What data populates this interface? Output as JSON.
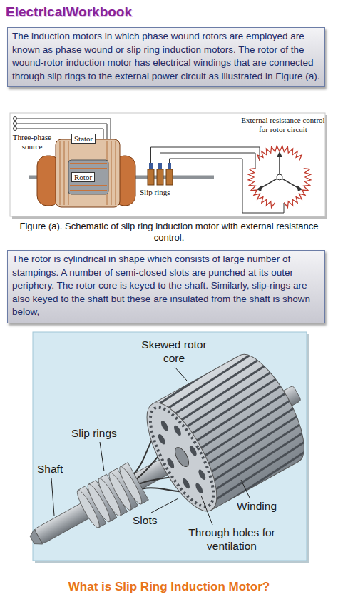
{
  "diagram": {
    "title": "What is Slip Ring Induction Motor?",
    "caption": "Figure (a). Schematic of slip ring induction motor with external resistance control.",
    "nodes": [
      {
        "text": [
          "The induction motors in which phase wound rotors are employed are known as phase wound or slip ring induction motors. The rotor of the wound-rotor induction motor has electrical windings that are connected through slip rings to the external power circuit as illustrated in Figure (a)."
        ]
      },
      {
        "text": [
          "The rotor is cylindrical in shape which consists of large number of stampings. A number of semi-closed slots are punched at its outer periphery. The rotor core is keyed to the shaft. Similarly, slip-rings are also keyed to the shaft but these are insulated from the shaft is shown below,"
        ]
      }
    ],
    "labels": [
      "ElectricalWorkbook",
      "Three-phase source",
      "Stator",
      "Rotor",
      "Slip rings",
      "External resistance control for rotor circuit",
      "Skewed rotor core",
      "Slip rings",
      "Shaft",
      "Winding",
      "Slots",
      "Through holes for ventilation"
    ]
  }
}
